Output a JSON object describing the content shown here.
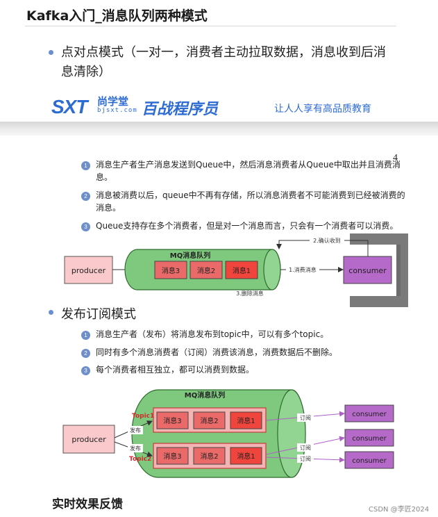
{
  "header": {
    "title": "Kafka入门_消息队列两种模式"
  },
  "mode1": {
    "heading_line1": "点对点模式（一对一，消费者主动拉取数据，消息收到后消",
    "heading_line2": "息清除）",
    "points": [
      "消息生产者生产消息发送到Queue中，然后消息消费者从Queue中取出并且消费消",
      "息。",
      "消息被消费以后，queue中不再有存储，所以消息消费者不可能消费到已经被消费的",
      "消息。",
      "Queue支持存在多个消费者，但是对一个消息而言，只会有一个消费者可以消费。"
    ],
    "numbers": [
      "1",
      "2",
      "3"
    ],
    "page_number": "4"
  },
  "logo": {
    "sxt": "SXT",
    "name_cn": "尚学堂",
    "url": "bjsxt.com",
    "brand": "百战程序员",
    "slogan": "让人人享有高品质教育"
  },
  "diagram1": {
    "producer": "producer",
    "queue_title": "MQ消息队列",
    "messages": [
      "消息3",
      "消息2",
      "消息1"
    ],
    "consumer": "consumer",
    "step1": "1.消费消息",
    "step2": "2.确认收到",
    "step3": "3.删除消息"
  },
  "mode2": {
    "heading": "发布订阅模式",
    "points": [
      "消息生产者（发布）将消息发布到topic中，可以有多个topic。",
      "同时有多个消息消费者（订阅）消费该消息，消费数据后不删除。",
      "每个消费者相互独立，都可以消费到数据。"
    ],
    "numbers": [
      "1",
      "2",
      "3"
    ]
  },
  "diagram2": {
    "producer": "producer",
    "queue_title": "MQ消息队列",
    "topic1": "Topic1",
    "topic2": "Topic2",
    "publish": "发布",
    "topic1_messages": [
      "消息3",
      "消息2",
      "消息1"
    ],
    "topic2_messages": [
      "消息3",
      "消息2",
      "消息1"
    ],
    "subscribe": "订阅",
    "consumers": [
      "consumer",
      "consumer",
      "consumer"
    ]
  },
  "footer": {
    "title": "实时效果反馈",
    "watermark": "CSDN @李匠2024"
  },
  "colors": {
    "accent_blue": "#2d6bd3",
    "queue_green": "#7fc97f",
    "producer_pink": "#f9c9cc",
    "consumer_purple": "#b569c9",
    "message_red": "#ea6a6a",
    "message_bright": "#f0453d"
  }
}
